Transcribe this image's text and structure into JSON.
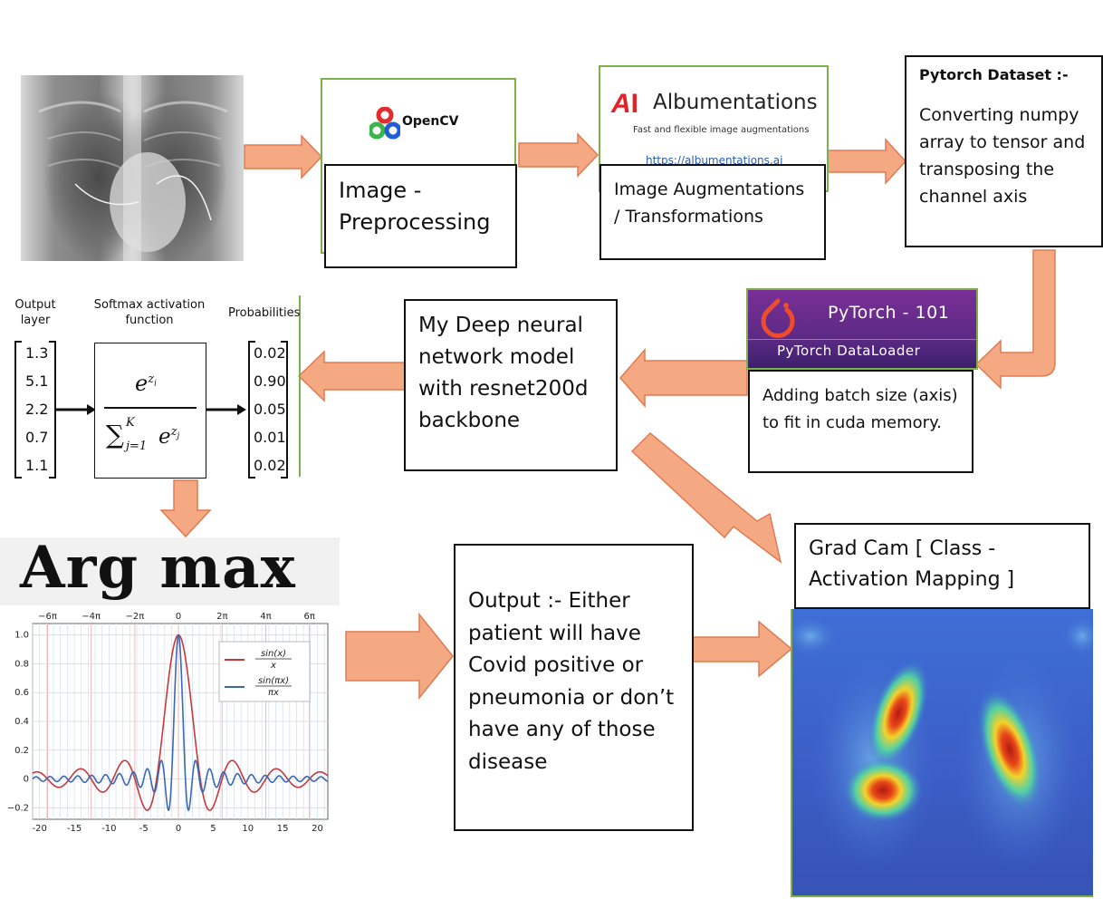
{
  "xray": {},
  "opencv": {
    "logo_text": "OpenCV",
    "caption": "Image - Preprocessing"
  },
  "albumentations": {
    "logo_text": "Albumentations",
    "tagline": "Fast and flexible image augmentations",
    "url": "https://albumentations.ai",
    "caption": "Image Augmentations / Transformations"
  },
  "dataset": {
    "title": "Pytorch Dataset :-",
    "body": "Converting numpy array to tensor and transposing the channel axis"
  },
  "dataloader": {
    "logo_text": "PyTorch - 101",
    "banner": "PyTorch DataLoader",
    "caption": "Adding batch size (axis) to fit in cuda memory."
  },
  "model": {
    "text": "My Deep neural network  model with resnet200d backbone"
  },
  "softmax": {
    "col1": "Output layer",
    "col2": "Softmax activation function",
    "col3": "Probabilities",
    "inputs": [
      "1.3",
      "5.1",
      "2.2",
      "0.7",
      "1.1"
    ],
    "outputs": [
      "0.02",
      "0.90",
      "0.05",
      "0.01",
      "0.02"
    ],
    "num": "e",
    "num_sup": "z",
    "num_sub": "i",
    "den_sigma": "∑",
    "den_upper": "K",
    "den_lower": "j=1",
    "den_e": "e",
    "den_sup": "z",
    "den_sub": "j"
  },
  "argmax": {
    "title": "Arg max"
  },
  "output": {
    "text": "Output :- Either patient  will have Covid positive or pneumonia or don’t have any of those disease"
  },
  "gradcam": {
    "title": "Grad Cam  [ Class - Activation Mapping ]"
  },
  "chart_data": {
    "type": "line",
    "x_range": [
      -21,
      21.5
    ],
    "ylim": [
      -0.28,
      1.08
    ],
    "x_ticks": [
      "-20",
      "-15",
      "-10",
      "-5",
      "0",
      "5",
      "10",
      "15",
      "20"
    ],
    "x_tick_values": [
      -20,
      -15,
      -10,
      -5,
      0,
      5,
      10,
      15,
      20
    ],
    "top_ticks": [
      "−6π",
      "−4π",
      "−2π",
      "0",
      "2π",
      "4π",
      "6π"
    ],
    "top_tick_values": [
      -18.8496,
      -12.5664,
      -6.2832,
      0,
      6.2832,
      12.5664,
      18.8496
    ],
    "y_ticks": [
      "1.0",
      "0.8",
      "0.6",
      "0.4",
      "0.2",
      "0",
      "−0.2"
    ],
    "y_tick_values": [
      1.0,
      0.8,
      0.6,
      0.4,
      0.2,
      0,
      -0.2
    ],
    "grid": true,
    "legend": "top-right",
    "series": [
      {
        "name": "sin(x)/x",
        "legend_num": "sin(x)",
        "legend_den": "x",
        "color": "#c8383b",
        "function": "sin(x)/x"
      },
      {
        "name": "sin(πx)/(πx)",
        "legend_num": "sin(πx)",
        "legend_den": "πx",
        "color": "#3a68b5",
        "function": "sin(pi*x)/(pi*x)"
      }
    ]
  },
  "colors": {
    "arrow_fill": "#f5a982",
    "arrow_stroke": "#e07a52",
    "box_green": "#7bb04a",
    "pytorch_purple": "#6b2f8a",
    "pytorch_orange": "#ee4c2c"
  }
}
